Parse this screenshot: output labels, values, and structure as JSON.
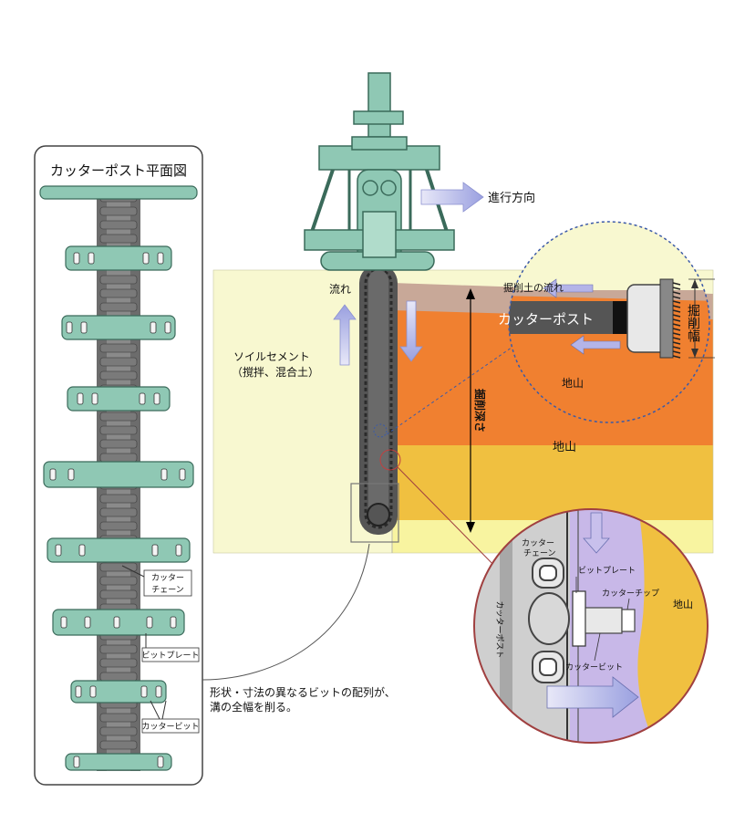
{
  "plan_view": {
    "title": "カッターポスト平面図",
    "callouts": {
      "cutter_chain": [
        "カッター",
        "チェーン"
      ],
      "bit_plate": "ビットプレート",
      "cutter_bit": "カッタービット"
    }
  },
  "main": {
    "direction": "進行方向",
    "flow": "流れ",
    "soil_cement": [
      "ソイルセメント",
      "（撹拌、混合土）"
    ],
    "ground": "地山",
    "depth": "掘削深さ",
    "note": [
      "形状・寸法の異なるビットの配列が、",
      "溝の全幅を削る。"
    ]
  },
  "detail_top": {
    "flow": "掘削土の流れ",
    "post": "カッターポスト",
    "ground": "地山",
    "width": "掘削幅"
  },
  "detail_bottom": {
    "chain": [
      "カッター",
      "チェーン"
    ],
    "post": "カッターポスト",
    "bit_plate": "ビットプレート",
    "tip": "カッターチップ",
    "bit": "カッタービット",
    "ground": "地山"
  },
  "colors": {
    "machine": "#8fc8b4",
    "soil_cement": "#f8f8d0",
    "ground_orange": "#f08030",
    "ground_yellow": "#f0c040",
    "ground_pale": "#f8f4a0",
    "detail_purple": "#c8b8e8",
    "arrow": "#b4b4e8"
  }
}
